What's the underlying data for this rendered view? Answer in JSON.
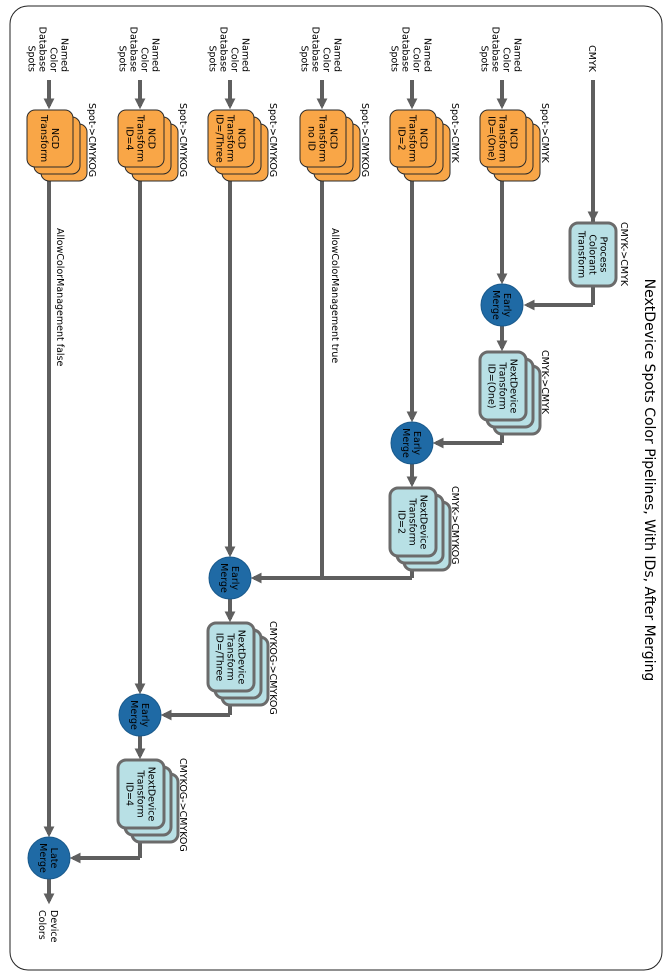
{
  "title": "NextDevice Spots Color Pipelines, With IDs, After Merging",
  "cmyk": {
    "input": [
      "CMYK"
    ],
    "transform": {
      "lines": [
        "Process",
        "Colorant",
        "Transform"
      ],
      "label": "CMYK->CMYK"
    }
  },
  "spot_pipelines": [
    {
      "input": [
        "Named",
        "Color",
        "Database",
        "Spots"
      ],
      "ncd": {
        "lines": [
          "NCD",
          "Transform",
          "ID=(One)"
        ],
        "label": "Spot->CMYK"
      }
    },
    {
      "input": [
        "Named",
        "Color",
        "Database",
        "Spots"
      ],
      "ncd": {
        "lines": [
          "NCD",
          "Transform",
          "ID=2"
        ],
        "label": "Spot->CMYK"
      }
    },
    {
      "input": [
        "Named",
        "Color",
        "Database",
        "Spots"
      ],
      "ncd": {
        "lines": [
          "NCD",
          "Transform",
          "no ID"
        ],
        "label": "Spot->CMYKOG"
      }
    },
    {
      "input": [
        "Named",
        "Color",
        "Database",
        "Spots"
      ],
      "ncd": {
        "lines": [
          "NCD",
          "Transform",
          "ID=/Three"
        ],
        "label": "Spot->CMYKOG"
      }
    },
    {
      "input": [
        "Named",
        "Color",
        "Database",
        "Spots"
      ],
      "ncd": {
        "lines": [
          "NCD",
          "Transform",
          "ID=4"
        ],
        "label": "Spot->CMYKOG"
      }
    },
    {
      "input": [
        "Named",
        "Color",
        "Database",
        "Spots"
      ],
      "ncd": {
        "lines": [
          "NCD",
          "Transform"
        ],
        "label": "Spot->CMYKOG"
      }
    }
  ],
  "merges": [
    {
      "lines": [
        "Early",
        "Merge"
      ]
    },
    {
      "lines": [
        "Early",
        "Merge"
      ]
    },
    {
      "lines": [
        "Early",
        "Merge"
      ]
    },
    {
      "lines": [
        "Early",
        "Merge"
      ]
    },
    {
      "lines": [
        "Late",
        "Merge"
      ]
    }
  ],
  "nextdevice": [
    {
      "lines": [
        "NextDevice",
        "Transform",
        "ID=(One)"
      ],
      "label": "CMYK->CMYK"
    },
    {
      "lines": [
        "NextDevice",
        "Transform",
        "ID=2"
      ],
      "label": "CMYK->CMYKOG"
    },
    {
      "lines": [
        "NextDevice",
        "Transform",
        "ID=/Three"
      ],
      "label": "CMYKOG->CMYKOG"
    },
    {
      "lines": [
        "NextDevice",
        "Transform",
        "ID=4"
      ],
      "label": "CMYKOG->CMYKOG"
    }
  ],
  "edge_labels": {
    "true_path": "AllowColorManagement true",
    "false_path": "AllowColorManagement false"
  },
  "output": [
    "Device",
    "Colors"
  ],
  "colors": {
    "ncd_fill": "#f9a647",
    "nextdevice_fill": "#b8e0e5",
    "merge_fill": "#1f6aa5",
    "line": "#5f5f5f"
  }
}
